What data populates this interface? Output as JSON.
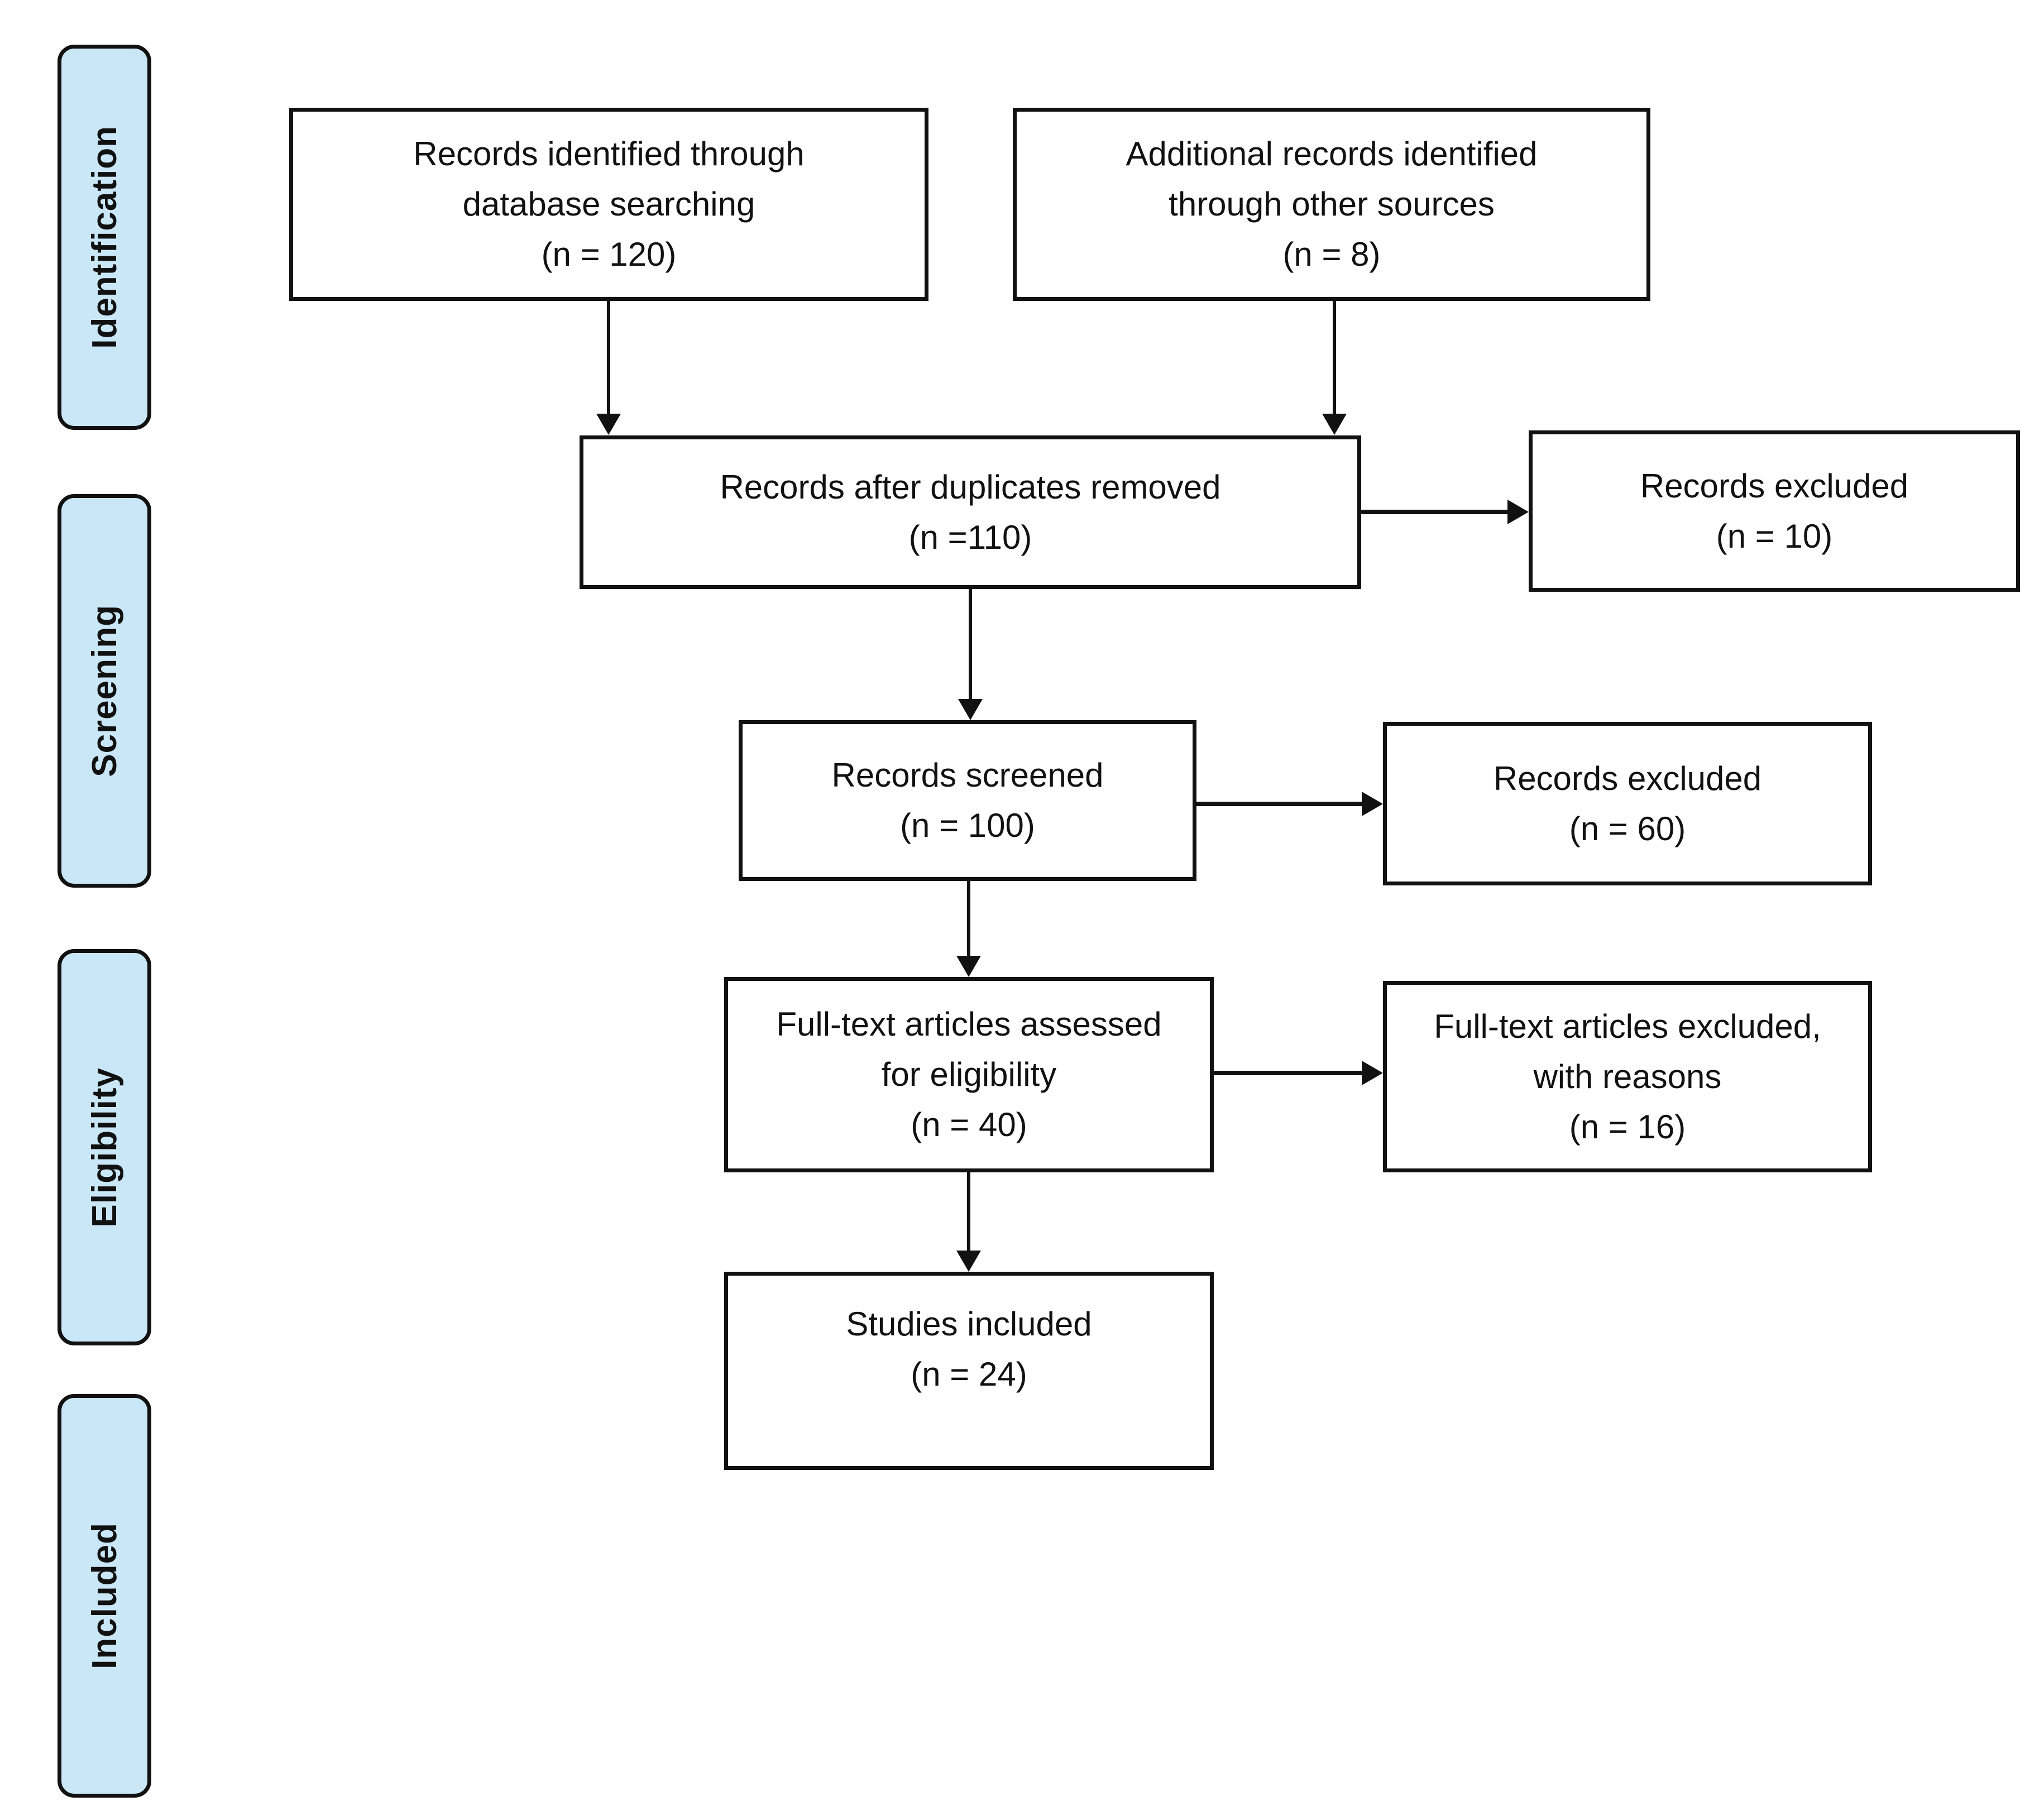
{
  "flow": {
    "type": "prisma-flow-diagram",
    "stage_labels": [
      {
        "id": "identification",
        "label": "Identification"
      },
      {
        "id": "screening",
        "label": "Screening"
      },
      {
        "id": "eligibility",
        "label": "Eligibility"
      },
      {
        "id": "included",
        "label": "Included"
      }
    ],
    "boxes": [
      {
        "id": "records-identified",
        "n": 120,
        "lines": [
          "Records identified through",
          "database searching",
          "(n = 120)"
        ]
      },
      {
        "id": "additional-records",
        "n": 8,
        "lines": [
          "Additional records identified",
          "through other sources",
          "(n = 8)"
        ]
      },
      {
        "id": "records-after-duplicates",
        "n": 110,
        "lines": [
          "Records after duplicates removed",
          "(n =110)"
        ]
      },
      {
        "id": "records-excluded-duplicates",
        "n": 10,
        "lines": [
          "Records excluded",
          "(n = 10)"
        ]
      },
      {
        "id": "records-screened",
        "n": 100,
        "lines": [
          "Records screened",
          "(n = 100)"
        ]
      },
      {
        "id": "records-excluded-screened",
        "n": 60,
        "lines": [
          "Records excluded",
          "(n = 60)"
        ]
      },
      {
        "id": "fulltext-assessed",
        "n": 40,
        "lines": [
          "Full-text articles assessed",
          "for eligibility",
          "(n = 40)"
        ]
      },
      {
        "id": "fulltext-excluded",
        "n": 16,
        "lines": [
          "Full-text articles excluded,",
          "with reasons",
          "(n = 16)"
        ]
      },
      {
        "id": "studies-included",
        "n": 24,
        "lines": [
          "Studies included",
          "(n = 24)"
        ]
      }
    ],
    "colors": {
      "stage_fill": "#c9e7f7",
      "box_fill": "#ffffff",
      "border": "#111111",
      "arrow": "#111111",
      "text": "#111111"
    }
  }
}
